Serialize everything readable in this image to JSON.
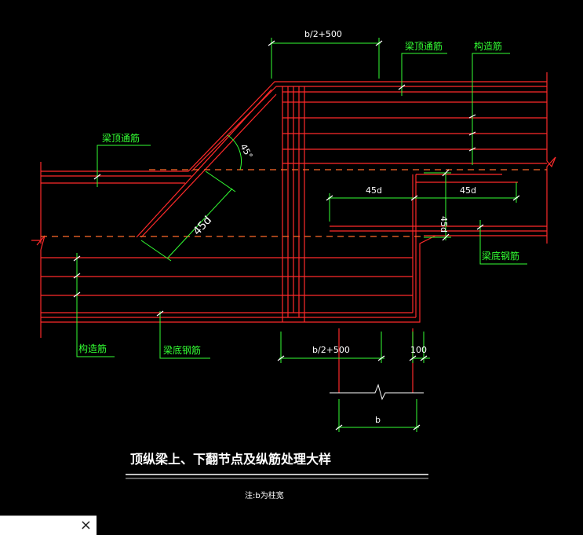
{
  "drawing": {
    "dimensions": {
      "top_width": "b/2+500",
      "bottom_width": "b/2+500",
      "anchor_45d_diag": "45d",
      "anchor_45d_left": "45d",
      "anchor_45d_right": "45d",
      "anchor_45d_vertical": "45d",
      "offset_100": "100",
      "column_b": "b",
      "angle": "45°"
    },
    "labels": {
      "top_through_bar_right": "梁顶通筋",
      "structural_bar_right": "构造筋",
      "top_through_bar_left": "梁顶通筋",
      "bottom_bar_right": "梁底钢筋",
      "structural_bar_left": "构造筋",
      "bottom_bar_left": "梁底钢筋"
    },
    "title": "顶纵梁上、下翻节点及纵筋处理大样",
    "note": "注:b为柱宽",
    "colors": {
      "background": "#000000",
      "rebar": "#ff2a2a",
      "dimension": "#33ff33",
      "text": "#ffffff",
      "hidden": "#ff6a2a"
    }
  },
  "overlay": {
    "close_icon": "×"
  }
}
